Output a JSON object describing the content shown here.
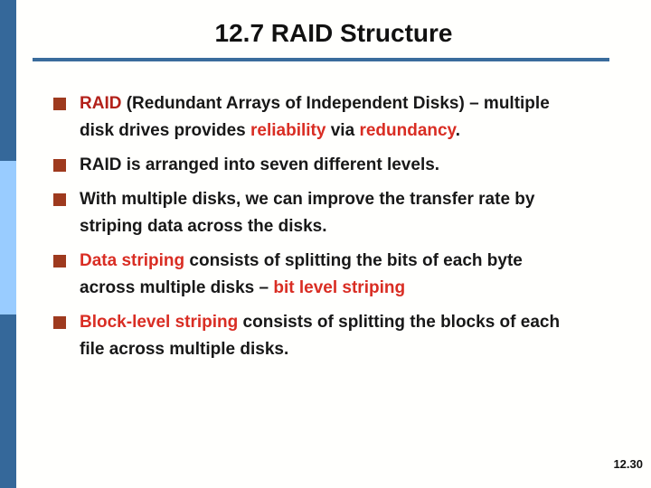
{
  "slide": {
    "title": "12.7 RAID Structure",
    "page_number": "12.30"
  },
  "colors": {
    "sidebar_dark": "#35689a",
    "sidebar_light": "#99ccff",
    "rule": "#3a6c9c",
    "bullet": "#9e3a1e",
    "text": "#181818",
    "red1": "#b3211a",
    "red2": "#d92d23"
  },
  "bullets": [
    {
      "lines": [
        [
          {
            "t": "RAID",
            "c": "red1"
          },
          {
            "t": " (Redundant Arrays of Independent Disks) – multiple"
          }
        ],
        [
          {
            "t": "disk drives provides "
          },
          {
            "t": "reliability",
            "c": "red2"
          },
          {
            "t": " via "
          },
          {
            "t": "redundancy",
            "c": "red2"
          },
          {
            "t": "."
          }
        ]
      ]
    },
    {
      "lines": [
        [
          {
            "t": "RAID is arranged into seven different levels."
          }
        ]
      ]
    },
    {
      "lines": [
        [
          {
            "t": "With multiple disks, we can improve the transfer rate by"
          }
        ],
        [
          {
            "t": "striping data across the disks."
          }
        ]
      ]
    },
    {
      "lines": [
        [
          {
            "t": "Data striping",
            "c": "red2"
          },
          {
            "t": " consists of splitting the bits of each byte"
          }
        ],
        [
          {
            "t": "across multiple disks – "
          },
          {
            "t": "bit level striping",
            "c": "red2"
          }
        ]
      ]
    },
    {
      "lines": [
        [
          {
            "t": "Block-level striping",
            "c": "red2"
          },
          {
            "t": " consists of splitting the blocks of each"
          }
        ],
        [
          {
            "t": "file across multiple disks."
          }
        ]
      ]
    }
  ]
}
